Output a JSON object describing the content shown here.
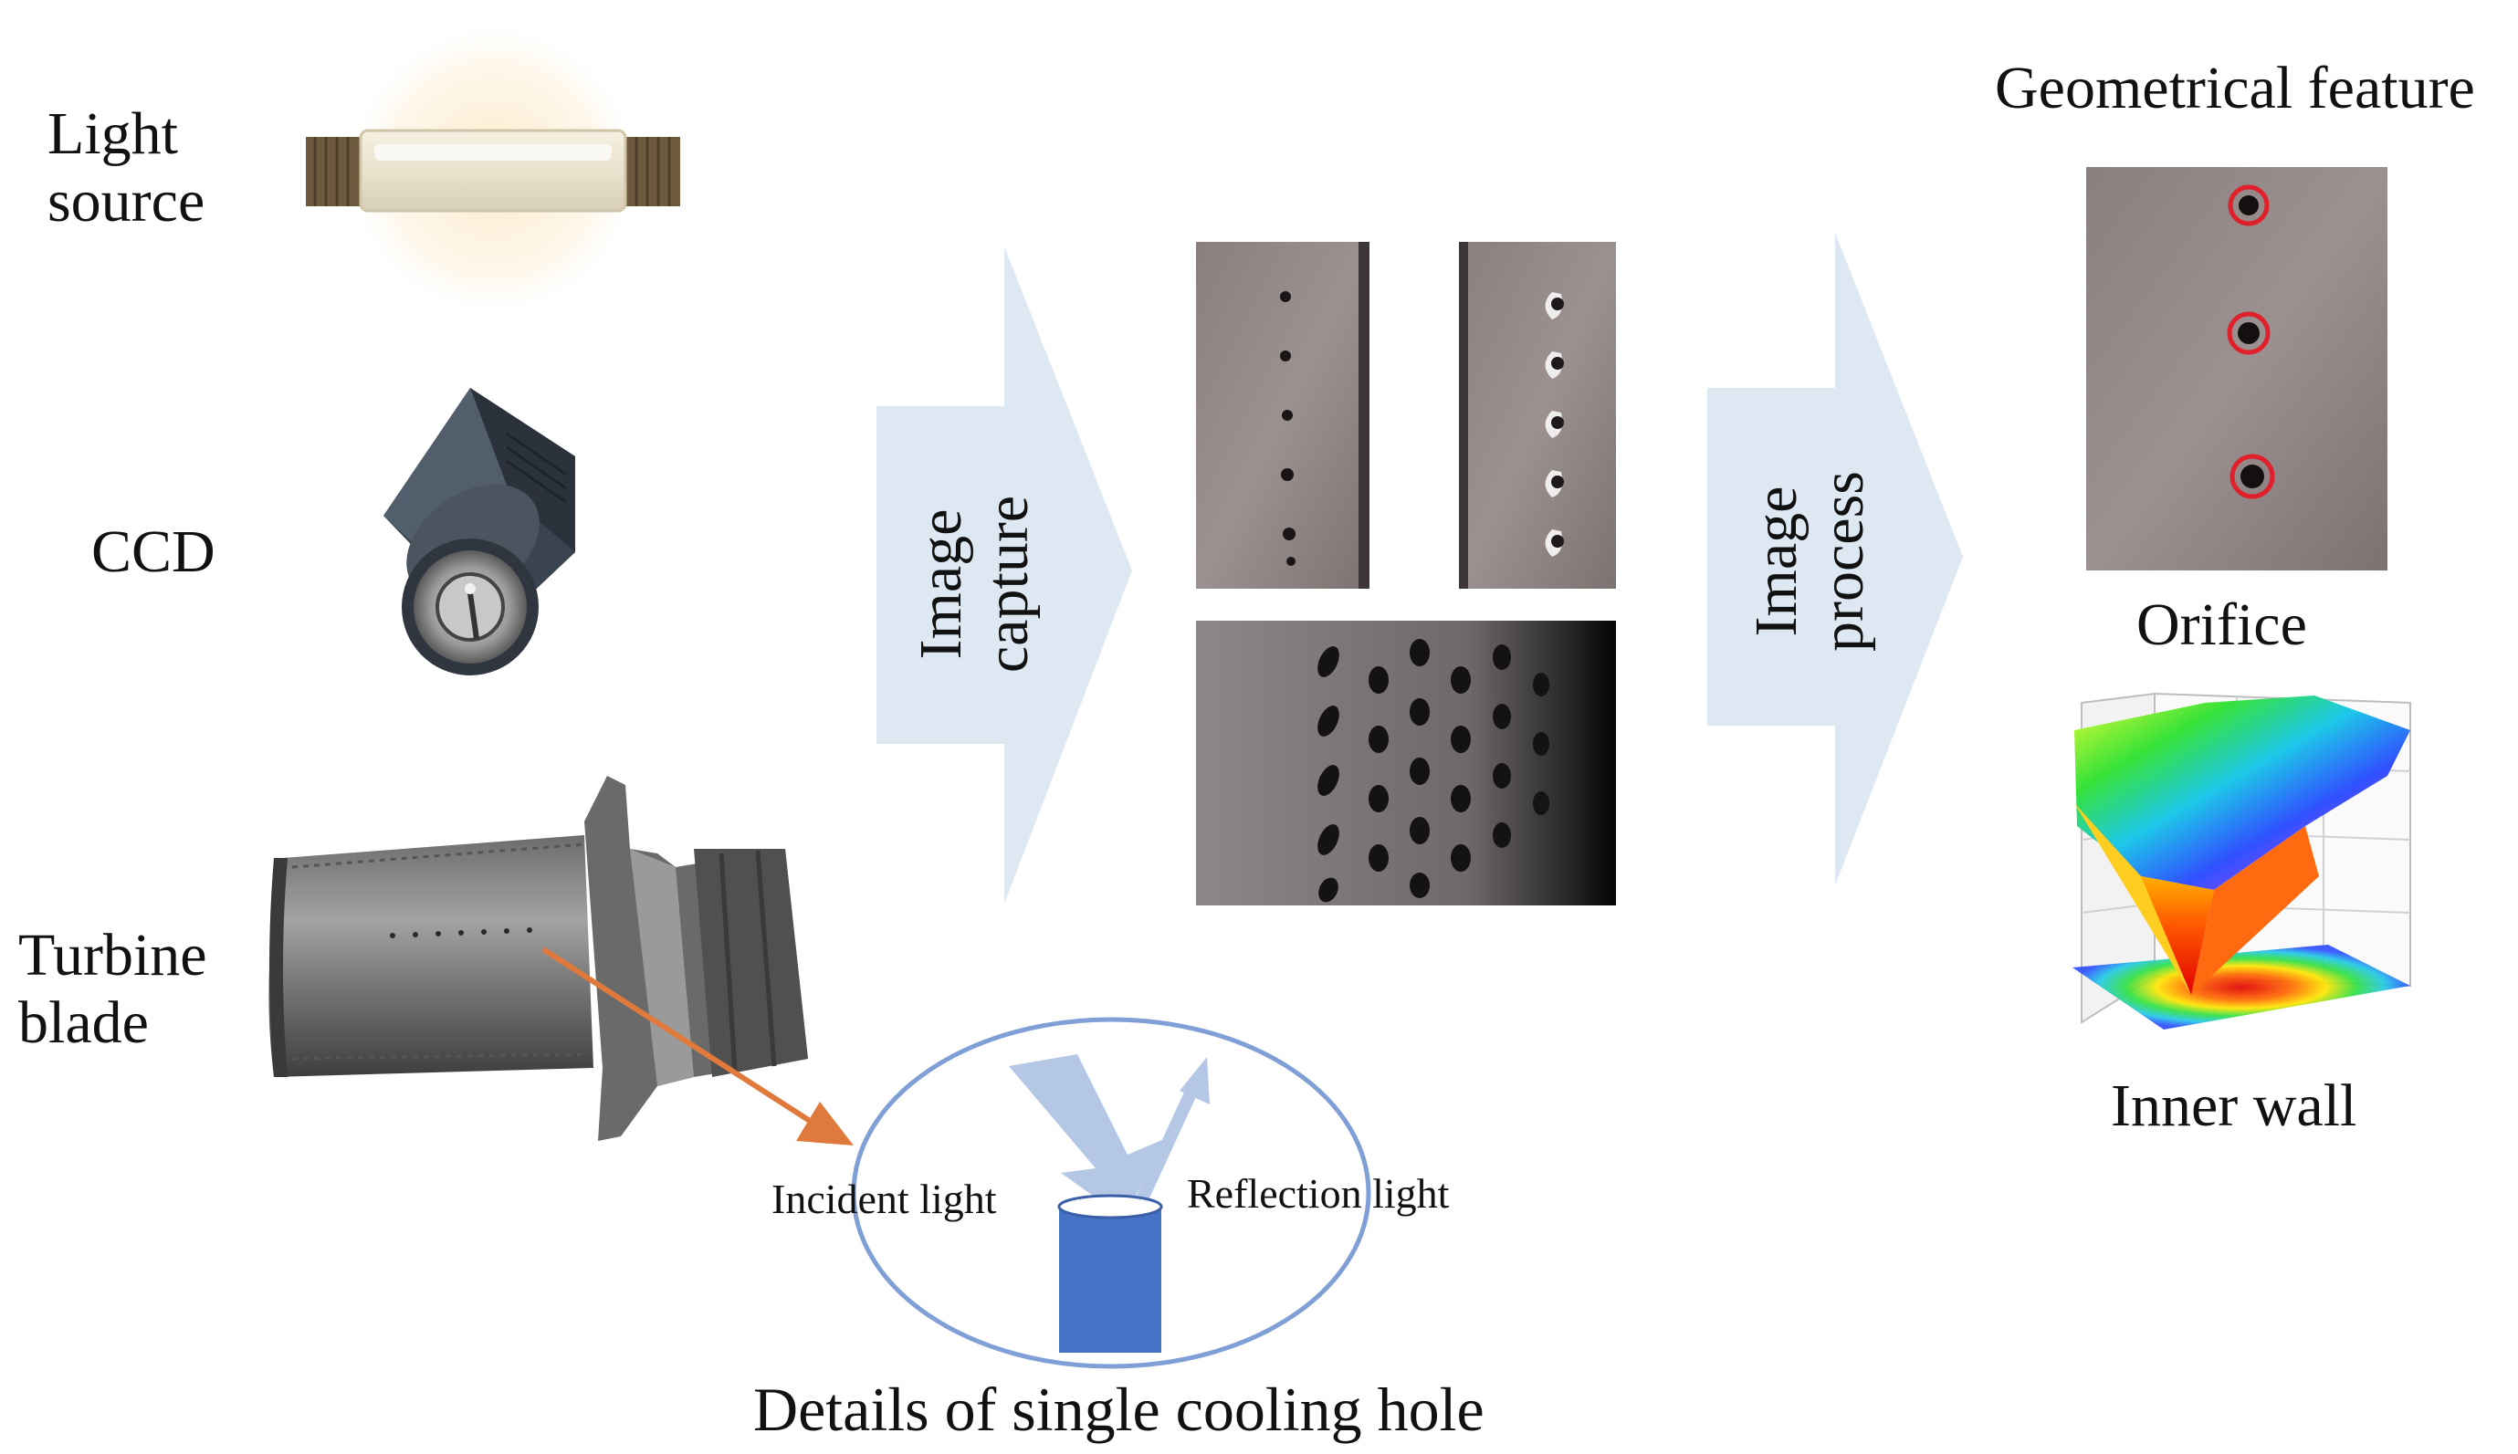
{
  "labels": {
    "light_source_l1": "Light",
    "light_source_l2": "source",
    "ccd": "CCD",
    "turbine_blade_l1": "Turbine",
    "turbine_blade_l2": "blade",
    "image_capture_l1": "Image",
    "image_capture_l2": "capture",
    "image_process_l1": "Image",
    "image_process_l2": "process",
    "geometrical_feature": "Geometrical feature",
    "orifice": "Orifice",
    "inner_wall": "Inner wall",
    "incident_light": "Incident light",
    "reflection_light": "Reflection light",
    "details_caption": "Details of single cooling hole"
  },
  "colors": {
    "flow_arrow": "#dde8f3",
    "pointer_arrow": "#e07a3c",
    "detail_ellipse": "#7f9fd6",
    "cooling_hole": "#4472c4",
    "light_beam": "#b4c8e6",
    "orifice_marker": "#e0202a"
  },
  "icons": [
    "light-tube-icon",
    "ccd-camera-icon",
    "turbine-blade-icon"
  ]
}
